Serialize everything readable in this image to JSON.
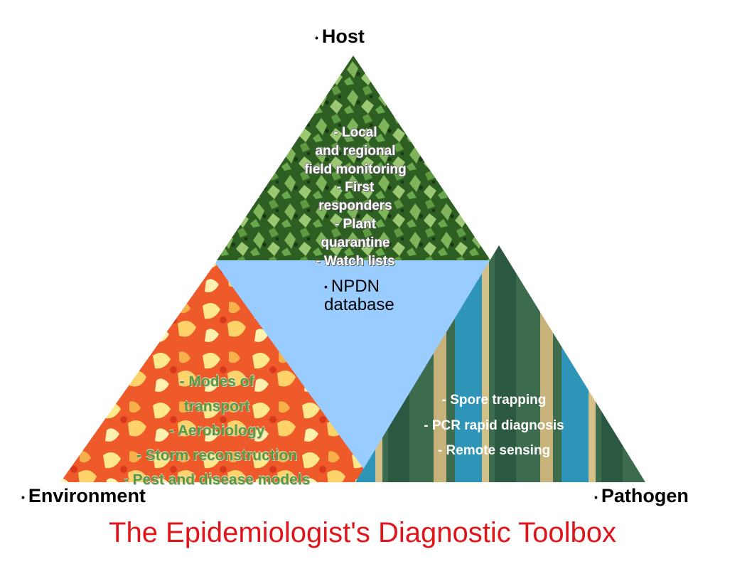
{
  "title": "The Epidemiologist's Diagnostic Toolbox",
  "vertices": {
    "host": "Host",
    "environment": "Environment",
    "pathogen": "Pathogen"
  },
  "bullet": "•",
  "center": {
    "line1": "NPDN",
    "line2": "database"
  },
  "host_items": [
    "- Local",
    "and regional",
    "field monitoring",
    "- First",
    "responders",
    "- Plant",
    "quarantine",
    "- Watch lists"
  ],
  "environment_items": [
    "- Modes of",
    "transport",
    "- Aerobiology",
    "- Storm reconstruction",
    "- Pest and disease models"
  ],
  "pathogen_items": [
    "- Spore trapping",
    "- PCR rapid diagnosis",
    "- Remote sensing"
  ],
  "colors": {
    "title": "#e0151b",
    "center_fill": "#99ccff",
    "host_fill": "#2f6a25",
    "environment_fill": "#f2a13a",
    "pathogen_fill": "#4a6a55"
  }
}
